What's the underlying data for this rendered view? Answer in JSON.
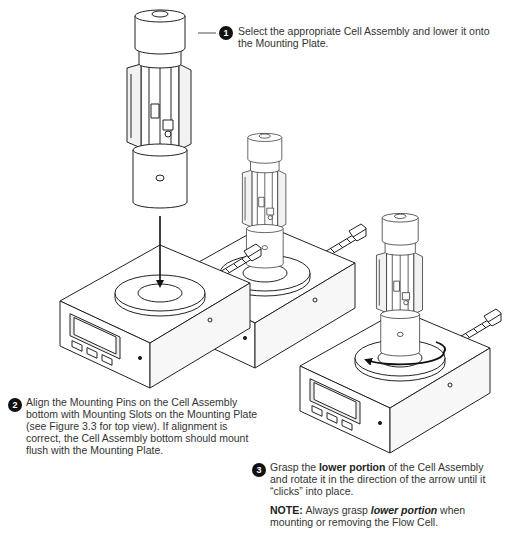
{
  "diagram": {
    "labels": [
      "1",
      "Select the appropriate Cell Assembly and lower it onto the Mounting Plate.",
      "2",
      "Align the Mounting Pins on the Cell Assembly bottom with Mounting Slots on the Mounting Plate (see Figure 3.3 for top view). If alignment is correct, the Cell Assembly bottom should mount flush with the Mounting Plate.",
      "3",
      "Grasp the",
      "lower portion",
      "of the Cell Assembly and rotate it in the direction of the arrow until it “clicks” into place.",
      "NOTE:",
      "Always grasp",
      "lower portion",
      "when mounting or removing the Flow Cell."
    ]
  }
}
